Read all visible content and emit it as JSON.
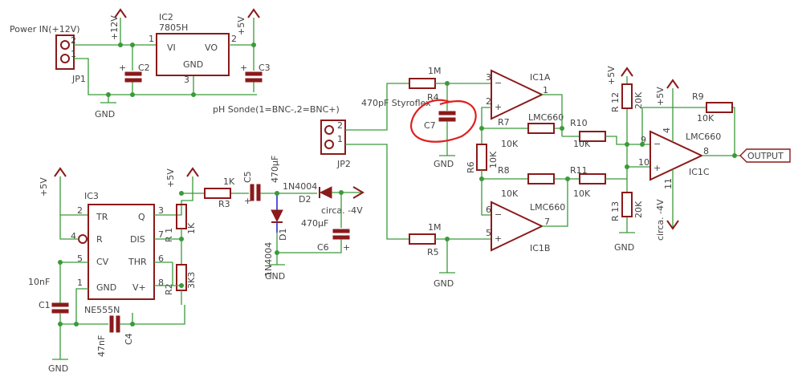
{
  "labels": {
    "power_in": "Power IN(+12V)",
    "jp1": "JP1",
    "ic2": "IC2",
    "ic2_part": "7805H",
    "vi": "VI",
    "vo": "VO",
    "gnd_pin": "GND",
    "pin1": "1",
    "pin2": "2",
    "pin3": "3",
    "v12": "+12V",
    "v5": "+5V",
    "c2": "C2",
    "c3": "C3",
    "gnd": "GND",
    "ph_probe": "pH Sonde(1=BNC-,2=BNC+)",
    "jp2": "JP2",
    "r4": "R4",
    "r4_val": "1M",
    "r5": "R5",
    "r5_val": "1M",
    "styroflex": "470pF Styroflex",
    "c7": "C7",
    "ic1a": "IC1A",
    "ic1b": "IC1B",
    "ic1c": "IC1C",
    "lmc660": "LMC660",
    "r6": "R6",
    "r6_val": "10K",
    "r7": "R7",
    "r7_val": "10K",
    "r8": "R8",
    "r8_val": "10K",
    "r9": "R9",
    "r9_val": "10K",
    "r10": "R10",
    "r10_val": "10K",
    "r11": "R11",
    "r11_val": "10K",
    "r12": "R 12",
    "r12_val": "20K",
    "r13": "R 13",
    "r13_val": "20K",
    "output": "OUTPUT",
    "circa_neg4": "circa. -4V",
    "ic3": "IC3",
    "ne555": "NE555N",
    "tr": "TR",
    "q": "Q",
    "r_pin": "R",
    "dis": "DIS",
    "cv": "CV",
    "thr": "THR",
    "gnd555": "GND",
    "vplus": "V+",
    "r1": "R 1",
    "r1_val": "1K",
    "r2": "R2",
    "r2_val": "3K3",
    "r3": "R3",
    "r3_val": "1K",
    "c5": "C5",
    "c5_val": "470µF",
    "c6": "C6",
    "c6_val": "470µF",
    "d1": "D1",
    "d1_part": "1N4004",
    "d2": "D2",
    "d2_part": "1N4004",
    "c1": "C1",
    "c1_val": "10nF",
    "c4": "C4",
    "c4_val": "47nF",
    "p4": "4",
    "p5": "5",
    "p6": "6",
    "p7": "7",
    "p8": "8",
    "p9": "9",
    "p10": "10",
    "p11": "11",
    "minus": "−",
    "plus": "+"
  },
  "colors": {
    "wire": "#3a9a3a",
    "part": "#8b1a1a",
    "diode_link": "#2b2bd0",
    "highlight": "#e02020"
  }
}
